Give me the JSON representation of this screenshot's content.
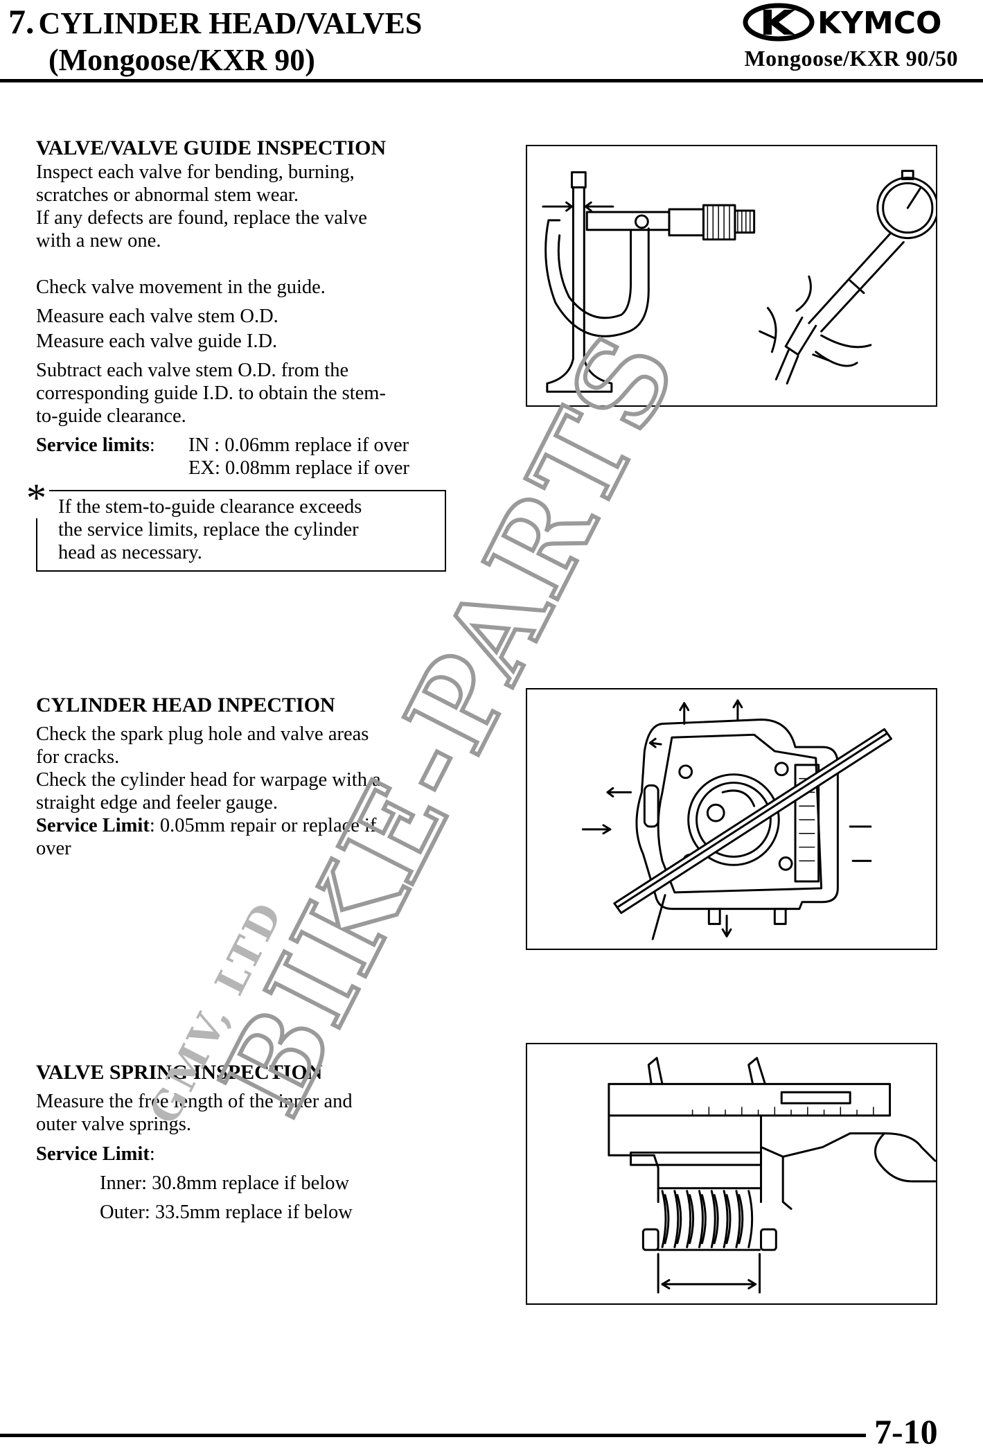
{
  "header": {
    "chapter_number": "7.",
    "chapter_title": "CYLINDER HEAD/VALVES",
    "chapter_subtitle": "(Mongoose/KXR 90)",
    "brand": "KYMCO",
    "models": "Mongoose/KXR 90/50"
  },
  "valve_guide": {
    "heading": "VALVE/VALVE GUIDE INSPECTION",
    "lines": [
      "Inspect each valve for bending, burning,",
      "scratches or abnormal stem wear.",
      "If any defects are found, replace the valve",
      "with a new one."
    ],
    "check_movement": "Check valve movement in the guide.",
    "measure_stem": "Measure each valve stem O.D.",
    "measure_guide": "Measure each valve guide I.D.",
    "subtract_lines": [
      "Subtract each valve stem O.D. from the",
      "corresponding guide I.D. to obtain the stem-",
      "to-guide clearance."
    ],
    "limit_label": "Service limits",
    "limit_in": "IN : 0.06mm replace if over",
    "limit_ex": "EX: 0.08mm replace if over",
    "note_symbol": "*",
    "note_lines": [
      "If the stem-to-guide clearance exceeds",
      "the service limits, replace the cylinder",
      "head as necessary."
    ]
  },
  "cylinder_head": {
    "heading": "CYLINDER HEAD INPECTION",
    "lines": [
      "Check the spark plug hole and valve areas",
      "for cracks.",
      "Check the cylinder head for warpage with a",
      "straight edge and feeler gauge."
    ],
    "limit_label": "Service Limit",
    "limit_value_line1": ": 0.05mm repair or replace if",
    "limit_value_line2": "over"
  },
  "valve_spring": {
    "heading": "VALVE SPRING INSPECTION",
    "lines": [
      "Measure the free length of the inner and",
      "outer valve springs."
    ],
    "limit_label": "Service Limit",
    "limit_colon": ":",
    "inner": "Inner: 30.8mm replace if below",
    "outer": "Outer: 33.5mm replace if below"
  },
  "watermark": {
    "line1": "BIKE-PARTS",
    "line2": "GMV, LTD"
  },
  "footer": {
    "page_number": "7-10"
  }
}
